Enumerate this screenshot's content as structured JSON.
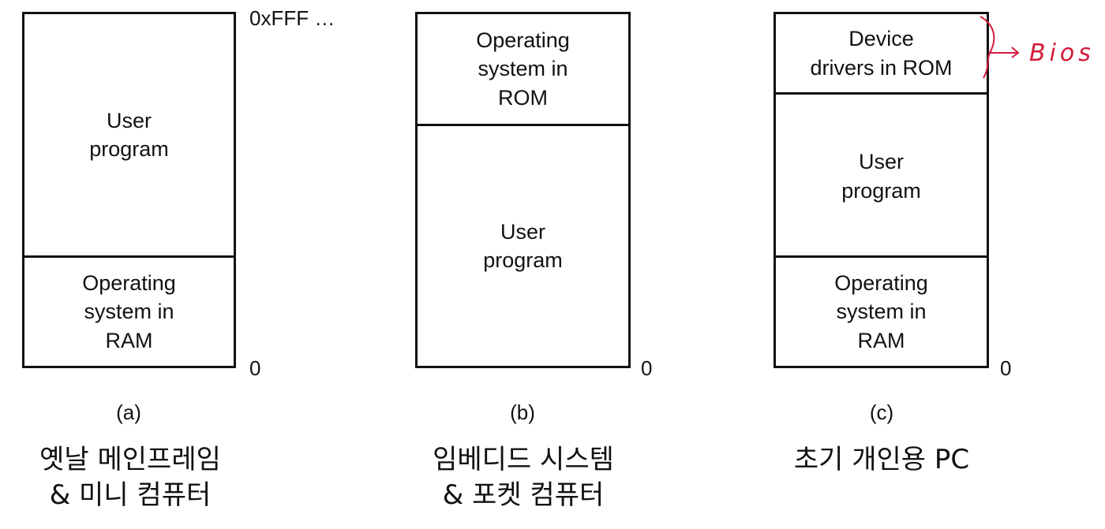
{
  "diagram_a": {
    "top_address": "0xFFF …",
    "bottom_address": "0",
    "upper_block": "User\nprogram",
    "lower_block": "Operating\nsystem in\nRAM",
    "label": "(a)",
    "caption_ko": "옛날 메인프레임\n& 미니 컴퓨터"
  },
  "diagram_b": {
    "bottom_address": "0",
    "upper_block": "Operating\nsystem in\nROM",
    "lower_block": "User\nprogram",
    "label": "(b)",
    "caption_ko": "임베디드 시스템\n& 포켓 컴퓨터"
  },
  "diagram_c": {
    "bottom_address": "0",
    "top_block": "Device\ndrivers in ROM",
    "middle_block": "User\nprogram",
    "bottom_block": "Operating\nsystem in\nRAM",
    "label": "(c)",
    "caption_ko": "초기 개인용 PC",
    "handwritten_note": "Bios"
  },
  "colors": {
    "lines": "#111111",
    "handwriting": "#d41a3a"
  }
}
